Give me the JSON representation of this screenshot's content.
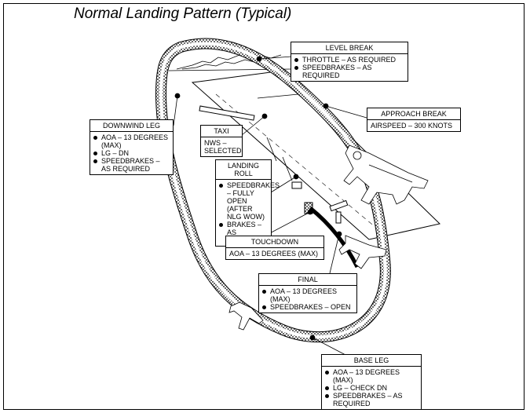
{
  "title": "Normal Landing Pattern (Typical)",
  "callouts": {
    "level_break": {
      "header": "LEVEL BREAK",
      "items": [
        "THROTTLE – AS REQUIRED",
        "SPEEDBRAKES – AS REQUIRED"
      ]
    },
    "approach_break": {
      "header": "APPROACH BREAK",
      "text": "AIRSPEED – 300 KNOTS"
    },
    "downwind_leg": {
      "header": "DOWNWIND LEG",
      "items": [
        "AOA – 13 DEGREES (MAX)",
        "LG – DN",
        "SPEEDBRAKES – AS REQUIRED"
      ]
    },
    "taxi": {
      "header": "TAXI",
      "text": "NWS – SELECTED"
    },
    "landing_roll": {
      "header": "LANDING ROLL",
      "items": [
        "SPEEDBRAKES – FULLY OPEN (AFTER NLG WOW)",
        "BRAKES – AS REQUIRED"
      ]
    },
    "touchdown": {
      "header": "TOUCHDOWN",
      "text": "AOA – 13 DEGREES (MAX)"
    },
    "final": {
      "header": "FINAL",
      "items": [
        "AOA – 13 DEGREES (MAX)",
        "SPEEDBRAKES – OPEN"
      ]
    },
    "base_leg": {
      "header": "BASE LEG",
      "items": [
        "AOA – 13 DEGREES (MAX)",
        "LG – CHECK DN",
        "SPEEDBRAKES – AS REQUIRED"
      ]
    }
  }
}
